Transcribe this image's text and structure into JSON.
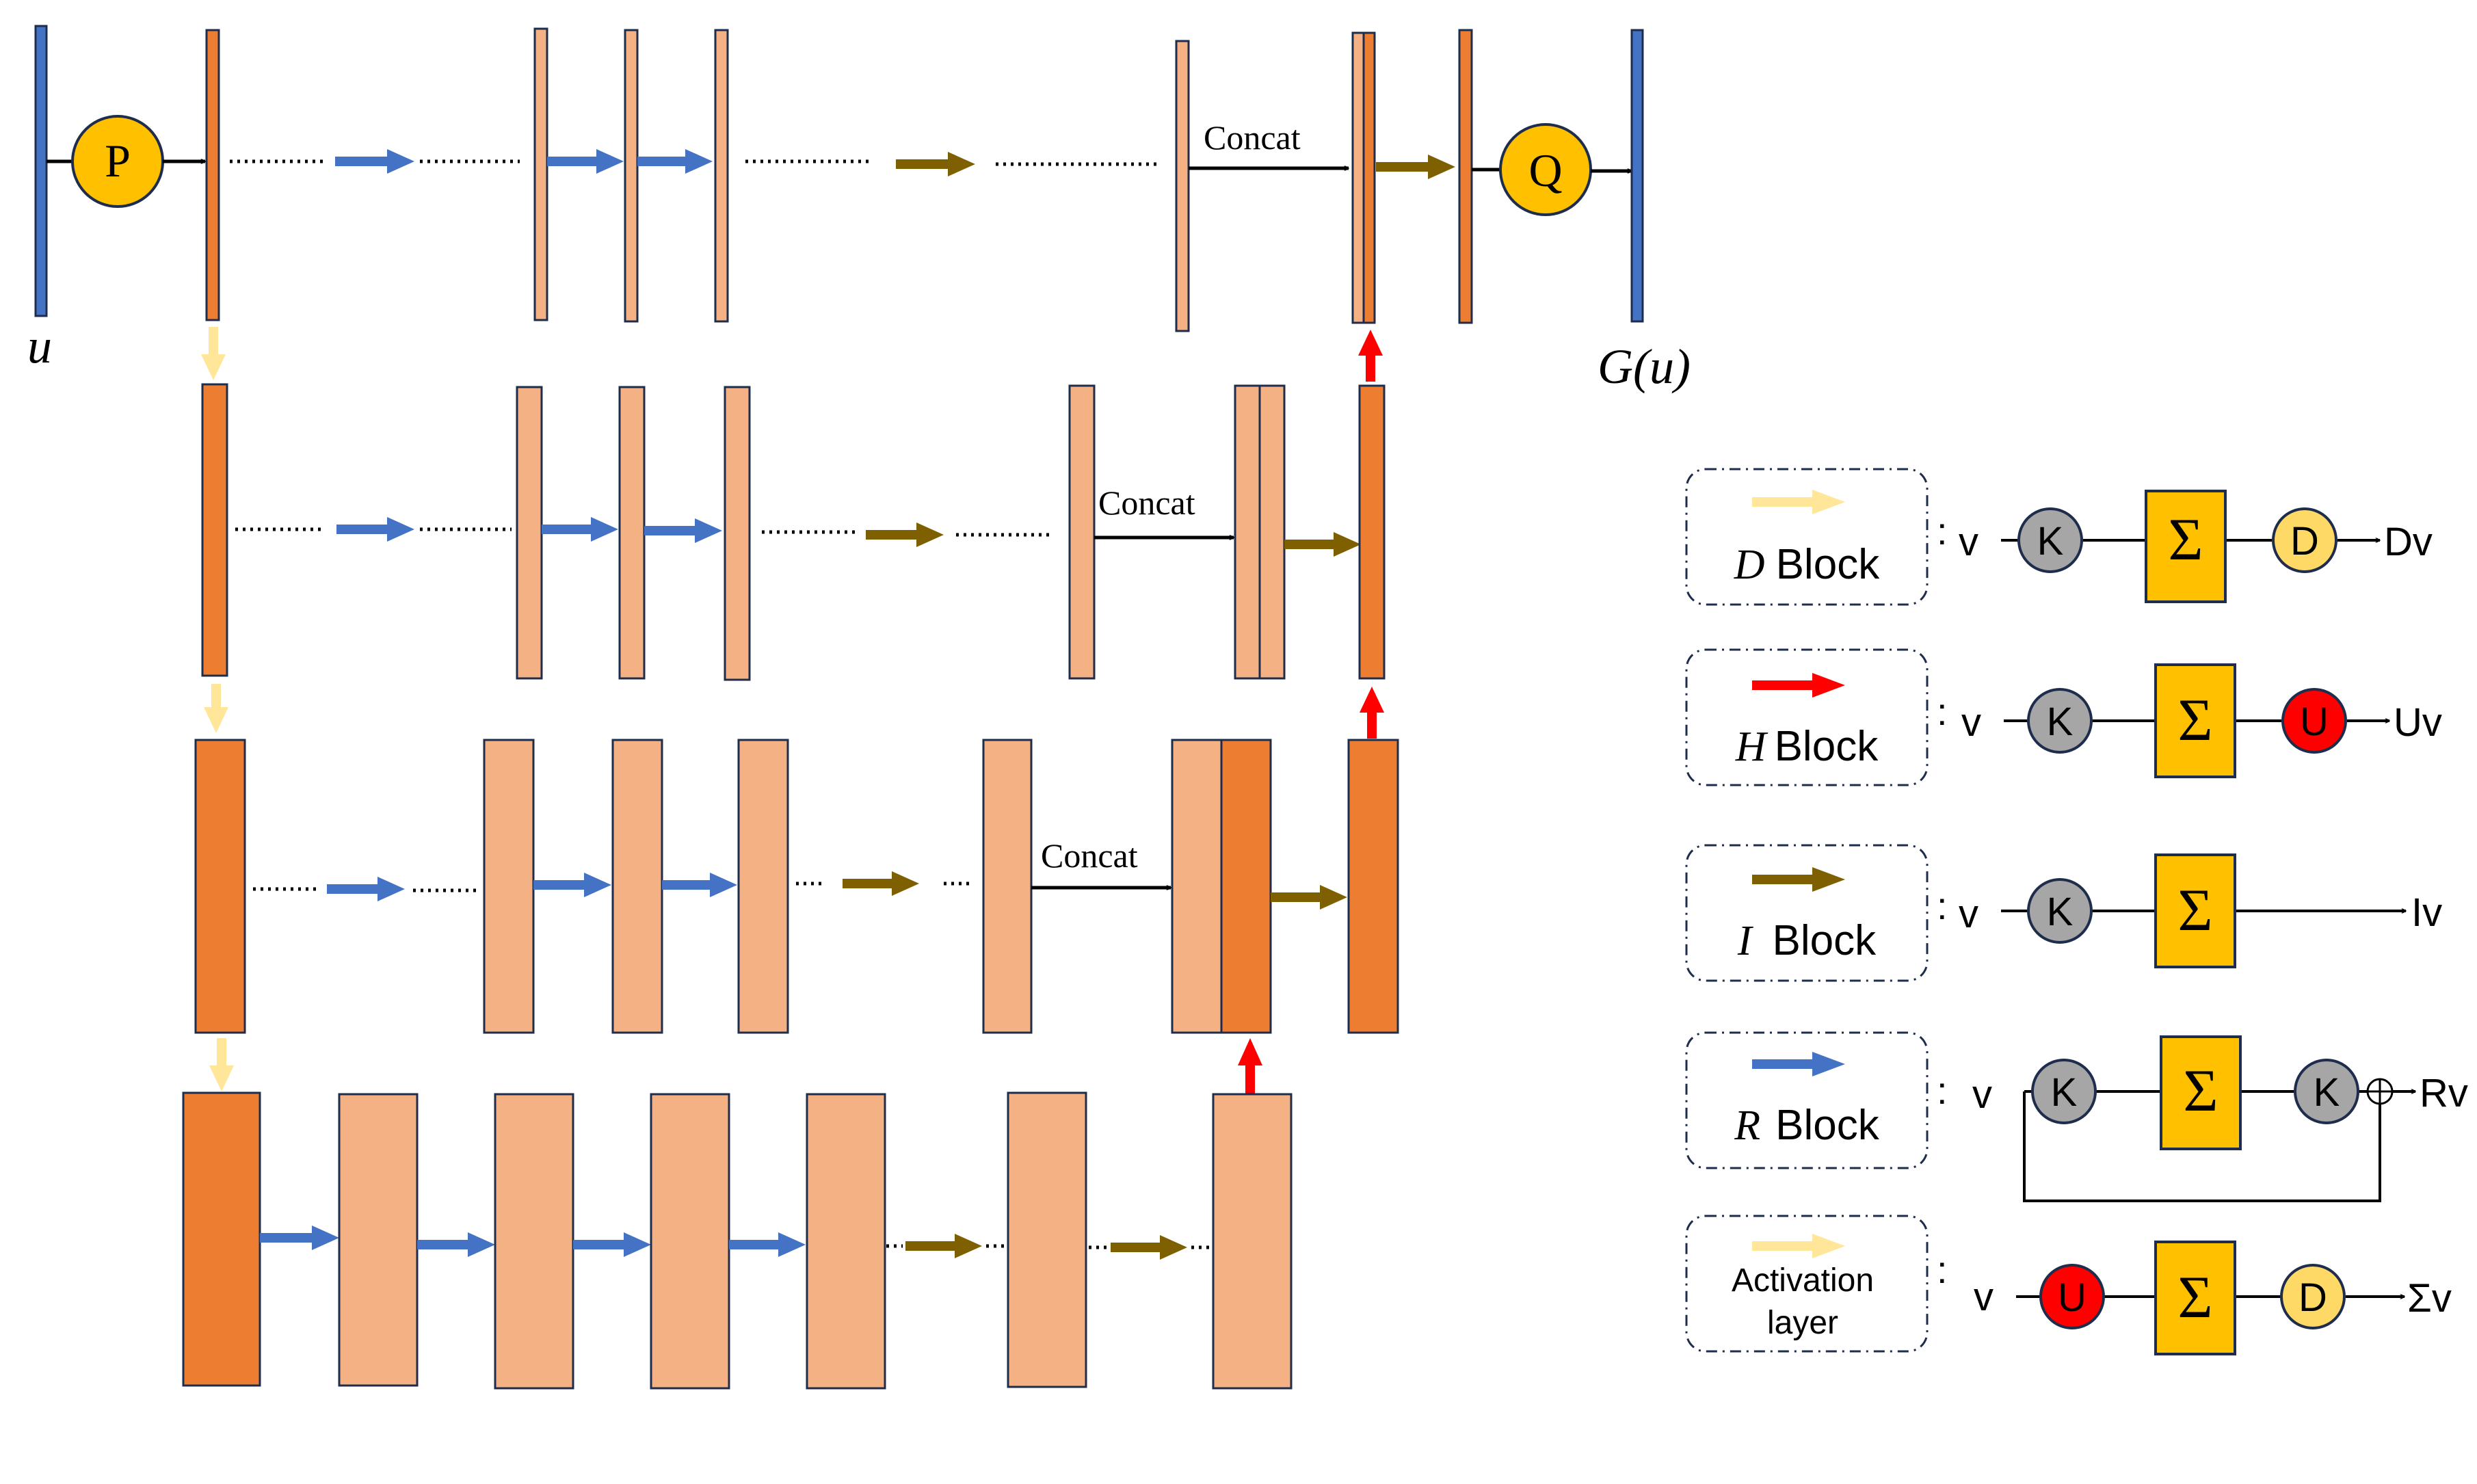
{
  "colors": {
    "blue_bar": "#4472C4",
    "dark_orange": "#ED7D31",
    "light_orange": "#F4B183",
    "outline": "#1F2D4D",
    "gold": "#FFC000",
    "arrow_blue": "#4472C4",
    "arrow_olive": "#7F6000",
    "arrow_yellow": "#FFE699",
    "arrow_red": "#FF0000",
    "node_gray": "#A6A6A6",
    "node_red": "#FF0000",
    "node_yellow": "#FFD966",
    "line": "#000000"
  },
  "main": {
    "input_label": "u",
    "output_label": "G(u)",
    "p_label": "P",
    "q_label": "Q",
    "concat_1": "Concat",
    "concat_2": "Concat",
    "concat_3": "Concat"
  },
  "legend": [
    {
      "id": "d",
      "arrow_icon": "yellow-arrow-icon",
      "label_italic": "D",
      "label_rest": "Block",
      "input": "v",
      "nodes": [
        "K",
        "Σ",
        "D"
      ],
      "output": "Dv"
    },
    {
      "id": "h",
      "arrow_icon": "red-arrow-icon",
      "label_italic": "H",
      "label_rest": "Block",
      "input": "v",
      "nodes": [
        "K",
        "Σ",
        "U"
      ],
      "output": "Uv"
    },
    {
      "id": "i",
      "arrow_icon": "olive-arrow-icon",
      "label_italic": "I",
      "label_rest": "Block",
      "input": "v",
      "nodes": [
        "K",
        "Σ"
      ],
      "output": "Iv"
    },
    {
      "id": "r",
      "arrow_icon": "blue-arrow-icon",
      "label_italic": "R",
      "label_rest": "Block",
      "input": "v",
      "nodes": [
        "K",
        "Σ",
        "K"
      ],
      "output": "Rv"
    },
    {
      "id": "act",
      "arrow_icon": "yellow-arrow-icon",
      "label_line1": "Activation",
      "label_line2": "layer",
      "input": "v",
      "nodes": [
        "U",
        "Σ",
        "D"
      ],
      "output": "Σv"
    }
  ]
}
